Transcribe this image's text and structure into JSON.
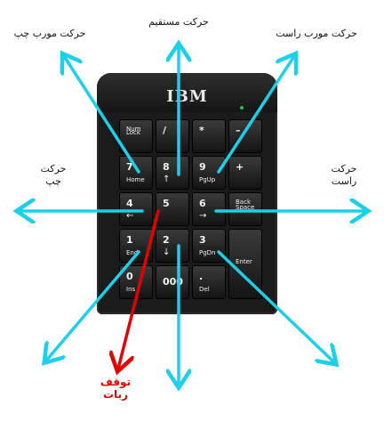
{
  "device": {
    "brand": "IBM",
    "keys": [
      {
        "id": "numlock",
        "main": "Num",
        "sub": "Lock"
      },
      {
        "id": "slash",
        "main": "/",
        "sub": ""
      },
      {
        "id": "star",
        "main": "*",
        "sub": ""
      },
      {
        "id": "minus",
        "main": "–",
        "sub": ""
      },
      {
        "id": "k7",
        "main": "7",
        "sub": "Home"
      },
      {
        "id": "k8",
        "main": "8",
        "sub": "↑"
      },
      {
        "id": "k9",
        "main": "9",
        "sub": "PgUp"
      },
      {
        "id": "plus",
        "main": "+",
        "sub": ""
      },
      {
        "id": "k4",
        "main": "4",
        "sub": "←"
      },
      {
        "id": "k5",
        "main": "5",
        "sub": ""
      },
      {
        "id": "k6",
        "main": "6",
        "sub": "→"
      },
      {
        "id": "backspace",
        "main": "Back",
        "sub": "Space"
      },
      {
        "id": "k1",
        "main": "1",
        "sub": "End"
      },
      {
        "id": "k2",
        "main": "2",
        "sub": "↓"
      },
      {
        "id": "k3",
        "main": "3",
        "sub": "PgDn"
      },
      {
        "id": "enter",
        "main": "Enter",
        "sub": ""
      },
      {
        "id": "k0",
        "main": "0",
        "sub": "Ins"
      },
      {
        "id": "k000",
        "main": "000",
        "sub": ""
      },
      {
        "id": "dot",
        "main": ".",
        "sub": "Del"
      }
    ]
  },
  "labels": {
    "diag_left": "حرکت مورب چپ",
    "straight": "حرکت مستقیم",
    "diag_right": "حرکت مورب راست",
    "left_line1": "حرکت",
    "left_line2": "چپ",
    "right_line1": "حرکت",
    "right_line2": "راست",
    "stop_line1": "توقف",
    "stop_line2": "ربات"
  },
  "colors": {
    "arrow": "#1ecfe8",
    "stop_arrow": "#e00000"
  }
}
